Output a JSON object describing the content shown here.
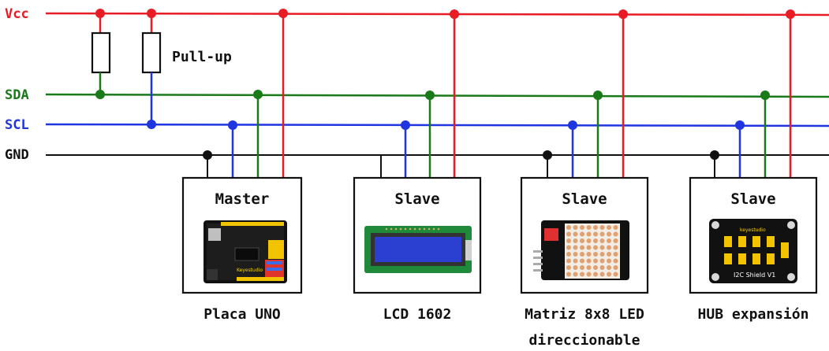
{
  "buses": {
    "vcc": {
      "label": "Vcc",
      "color": "#e81c24"
    },
    "sda": {
      "label": "SDA",
      "color": "#1a7a1a"
    },
    "scl": {
      "label": "SCL",
      "color": "#1f35e0"
    },
    "gnd": {
      "label": "GND",
      "color": "#111111"
    }
  },
  "pullup": {
    "label": "Pull-up"
  },
  "devices": [
    {
      "role": "Master",
      "caption": "Placa UNO",
      "icon": "arduino-board-icon"
    },
    {
      "role": "Slave",
      "caption": "LCD 1602",
      "icon": "lcd-display-icon"
    },
    {
      "role": "Slave",
      "caption_line1": "Matriz 8x8 LED",
      "caption_line2": "direccionable",
      "icon": "led-matrix-icon"
    },
    {
      "role": "Slave",
      "caption": "HUB expansión",
      "icon": "i2c-hub-icon"
    }
  ],
  "images": {
    "arduino_brand": "Keyestudio",
    "hub_brand": "keyestudio",
    "hub_label": "I2C Shield V1"
  }
}
